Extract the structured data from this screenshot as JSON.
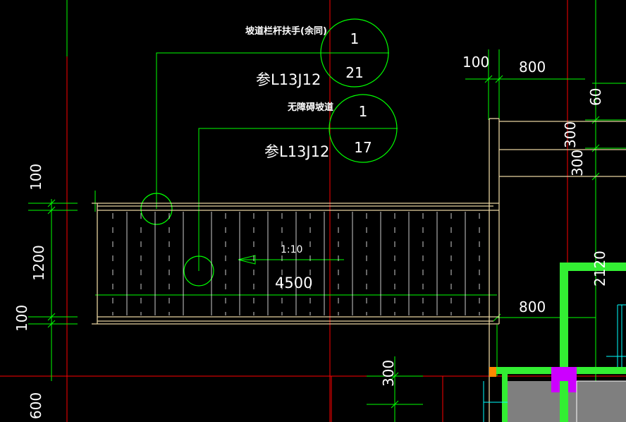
{
  "labels": {
    "ramp_handrail_title": "坡道栏杆扶手(余同)",
    "ramp_handrail_detail_top": "1",
    "ramp_handrail_detail_bottom": "21",
    "ramp_handrail_ref": "参L13J12",
    "barrier_free_title": "无障碍坡道",
    "barrier_free_detail_top": "1",
    "barrier_free_detail_bottom": "17",
    "barrier_free_ref": "参L13J12",
    "slope": "1:10",
    "ramp_length": "4500"
  },
  "dimensions": {
    "left_100_top": "100",
    "left_1200": "1200",
    "left_100_bottom": "100",
    "left_600": "600",
    "top_100": "100",
    "top_800": "800",
    "right_60": "60",
    "right_300_a": "300",
    "right_300_b": "300",
    "right_2120": "2120",
    "mid_800": "800",
    "bottom_300": "300"
  },
  "colors": {
    "background": "#000000",
    "green_line": "#00ff00",
    "red_line": "#ff0000",
    "tan_line": "#e8d3a0",
    "wall_green": "#33ee33",
    "magenta": "#cc00ff",
    "orange": "#ff8800",
    "cyan": "#00ffff",
    "grey_fill": "#7f7f7f",
    "text": "#ffffff"
  }
}
